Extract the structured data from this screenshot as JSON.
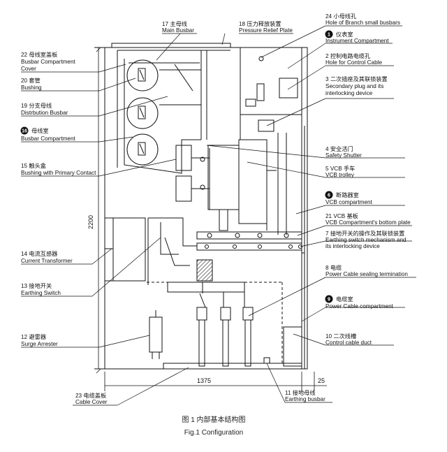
{
  "labels": {
    "main_busbar_zh": "17 主母线",
    "main_busbar_en": "Main Busbar",
    "pressure_relief_zh": "18 压力释放装置",
    "pressure_relief_en": "Pressure Relief Plate",
    "branch_holes_zh": "24 小母线孔",
    "branch_holes_en": "Hole of Branch small busbars",
    "instrument_num": "1",
    "instrument_zh": "仪表室",
    "instrument_en": "Instrument Compartment",
    "control_cable_hole_zh": "2 控制电路电缆孔",
    "control_cable_hole_en": "Hole for Control Cable",
    "secondary_plug_zh": "3 二次插座及其联锁装置",
    "secondary_plug_en1": "Secondary plug and its",
    "secondary_plug_en2": "interlocking device",
    "busbar_cover_zh": "22 母线室盖板",
    "busbar_cover_en1": "Busbar Compartment",
    "busbar_cover_en2": "Cover",
    "bushing_zh": "20 套管",
    "bushing_en": "Bushing",
    "distribution_busbar_zh": "19 分支母线",
    "distribution_busbar_en": "Distrbution Busbar",
    "busbar_compartment_num": "16",
    "busbar_compartment_zh": "母线室",
    "busbar_compartment_en": "Busbar Compartment",
    "safety_shutter_zh": "4 安全活门",
    "safety_shutter_en": "Safety Shutter",
    "bushing_contact_zh": "15 触头盒",
    "bushing_contact_en": "Bushing with Primary Contact",
    "vcb_trolley_zh": "5 VCB 手车",
    "vcb_trolley_en": "VCB trolley",
    "vcb_compartment_num": "6",
    "vcb_compartment_zh": "断路器室",
    "vcb_compartment_en": "VCB compartment",
    "vcb_bottom_zh": "21 VCB 基板",
    "vcb_bottom_en": "VCB Compartment's bottom plate",
    "earthing_mech_zh": "7 接地开关的操作及其联锁装置",
    "earthing_mech_en1": "Earthing switch mechanism and",
    "earthing_mech_en2": "its interlocking device",
    "ct_zh": "14 电流互感器",
    "ct_en": "Current Transformer",
    "earthing_switch_zh": "13 接地开关",
    "earthing_switch_en": "Earthing Switch",
    "cable_termination_zh": "8 电缆",
    "cable_termination_en": "Power Cable sealing termination",
    "cable_compartment_num": "9",
    "cable_compartment_zh": "电缆室",
    "cable_compartment_en": "Power Cable compartment",
    "surge_arrester_zh": "12 避雷器",
    "surge_arrester_en": "Surge Arrester",
    "control_duct_zh": "10 二次线槽",
    "control_duct_en": "Control cable duct",
    "cable_cover_zh": "23 电缆盖板",
    "cable_cover_en": "Cable Cover",
    "earthing_busbar_zh": "11 接地母线",
    "earthing_busbar_en": "Earthing busbar"
  },
  "dimensions": {
    "height": "2200",
    "width": "1375",
    "offset": "25"
  },
  "caption": {
    "zh": "图 1 内部基本结构图",
    "en": "Fig.1 Configuration"
  }
}
